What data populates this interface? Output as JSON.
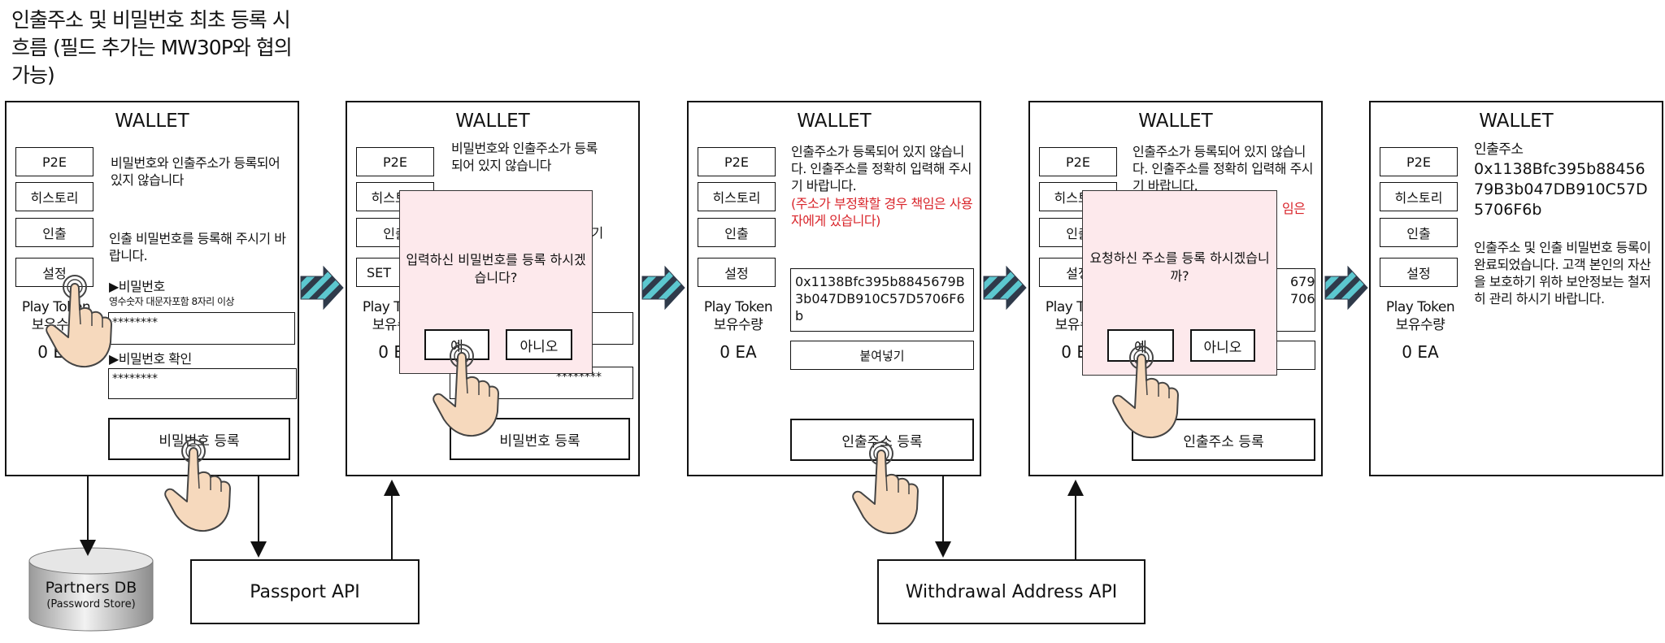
{
  "title": "인출주소 및 비밀번호 최초 등록 시 흐름 (필드 추가는 MW30P와 협의 가능)",
  "wallet_label": "WALLET",
  "nav": {
    "p2e": "P2E",
    "history": "히스토리",
    "withdraw": "인출",
    "settings": "설정",
    "settings_en_partial": "SET"
  },
  "token": {
    "label_line1": "Play Token",
    "label_line2": "보유수량",
    "amount": "0 EA"
  },
  "panel1": {
    "msg": "비밀번호와 인출주소가 등록되어 있지 않습니다",
    "instruction": "인출 비밀번호를 등록해 주시기 바랍니다.",
    "pw_label": "▶비밀번호",
    "pw_hint": "영수숫자 대문자포함 8자리 이상",
    "pw_value": "********",
    "pw_confirm_label": "▶비밀번호 확인",
    "pw_confirm_value": "********",
    "register_button": "비밀번호 등록"
  },
  "panel2": {
    "msg": "비밀번호와 인출주소가 등록되어 있지 않습니다",
    "behind_fragment": "주시기",
    "behind_field": "********",
    "dialog_text": "입력하신 비밀번호를 등록 하시겠습니다?",
    "yes": "예",
    "no": "아니오",
    "register_button": "비밀번호 등록"
  },
  "panel3": {
    "msg": "인출주소가 등록되어 있지 않습니다. 인출주소를 정확히 입력해 주시기 바랍니다.",
    "warning": "(주소가 부정확할 경우 책임은 사용자에게 있습니다)",
    "address": "0x1138Bfc395b8845679B3b047DB910C57D5706F6b",
    "paste_button": "붙여넣기",
    "register_button": "인출주소 등록"
  },
  "panel4": {
    "msg": "인출주소가 등록되어 있지 않습니다. 인출주소를 정확히 입력해 주시기 바랍니다.",
    "warn_fragment": "임은",
    "addr_fragment1": "679",
    "addr_fragment2": "706",
    "dialog_text": "요청하신 주소를 등록 하시겠습니까?",
    "yes": "예",
    "no": "아니오",
    "register_button": "인출주소 등록"
  },
  "panel5": {
    "address_label": "인출주소",
    "address": "0x1138Bfc395b8845679B3b047DB910C57D5706F6b",
    "done_msg": "인출주소 및 인출 비밀번호 등록이 완료되었습니다. 고객 본인의 자산을 보호하기 위하 보안정보는 철저히 관리 하시기 바랍니다."
  },
  "db": {
    "name": "Partners DB",
    "sub": "(Password Store)"
  },
  "apis": {
    "passport": "Passport API",
    "withdrawal": "Withdrawal Address API"
  },
  "colors": {
    "dialog_bg": "#fde9ec",
    "warning_red": "#d9252b",
    "arrow_stripe": "#5cc7cf",
    "arrow_dark": "#2f3a4a"
  }
}
